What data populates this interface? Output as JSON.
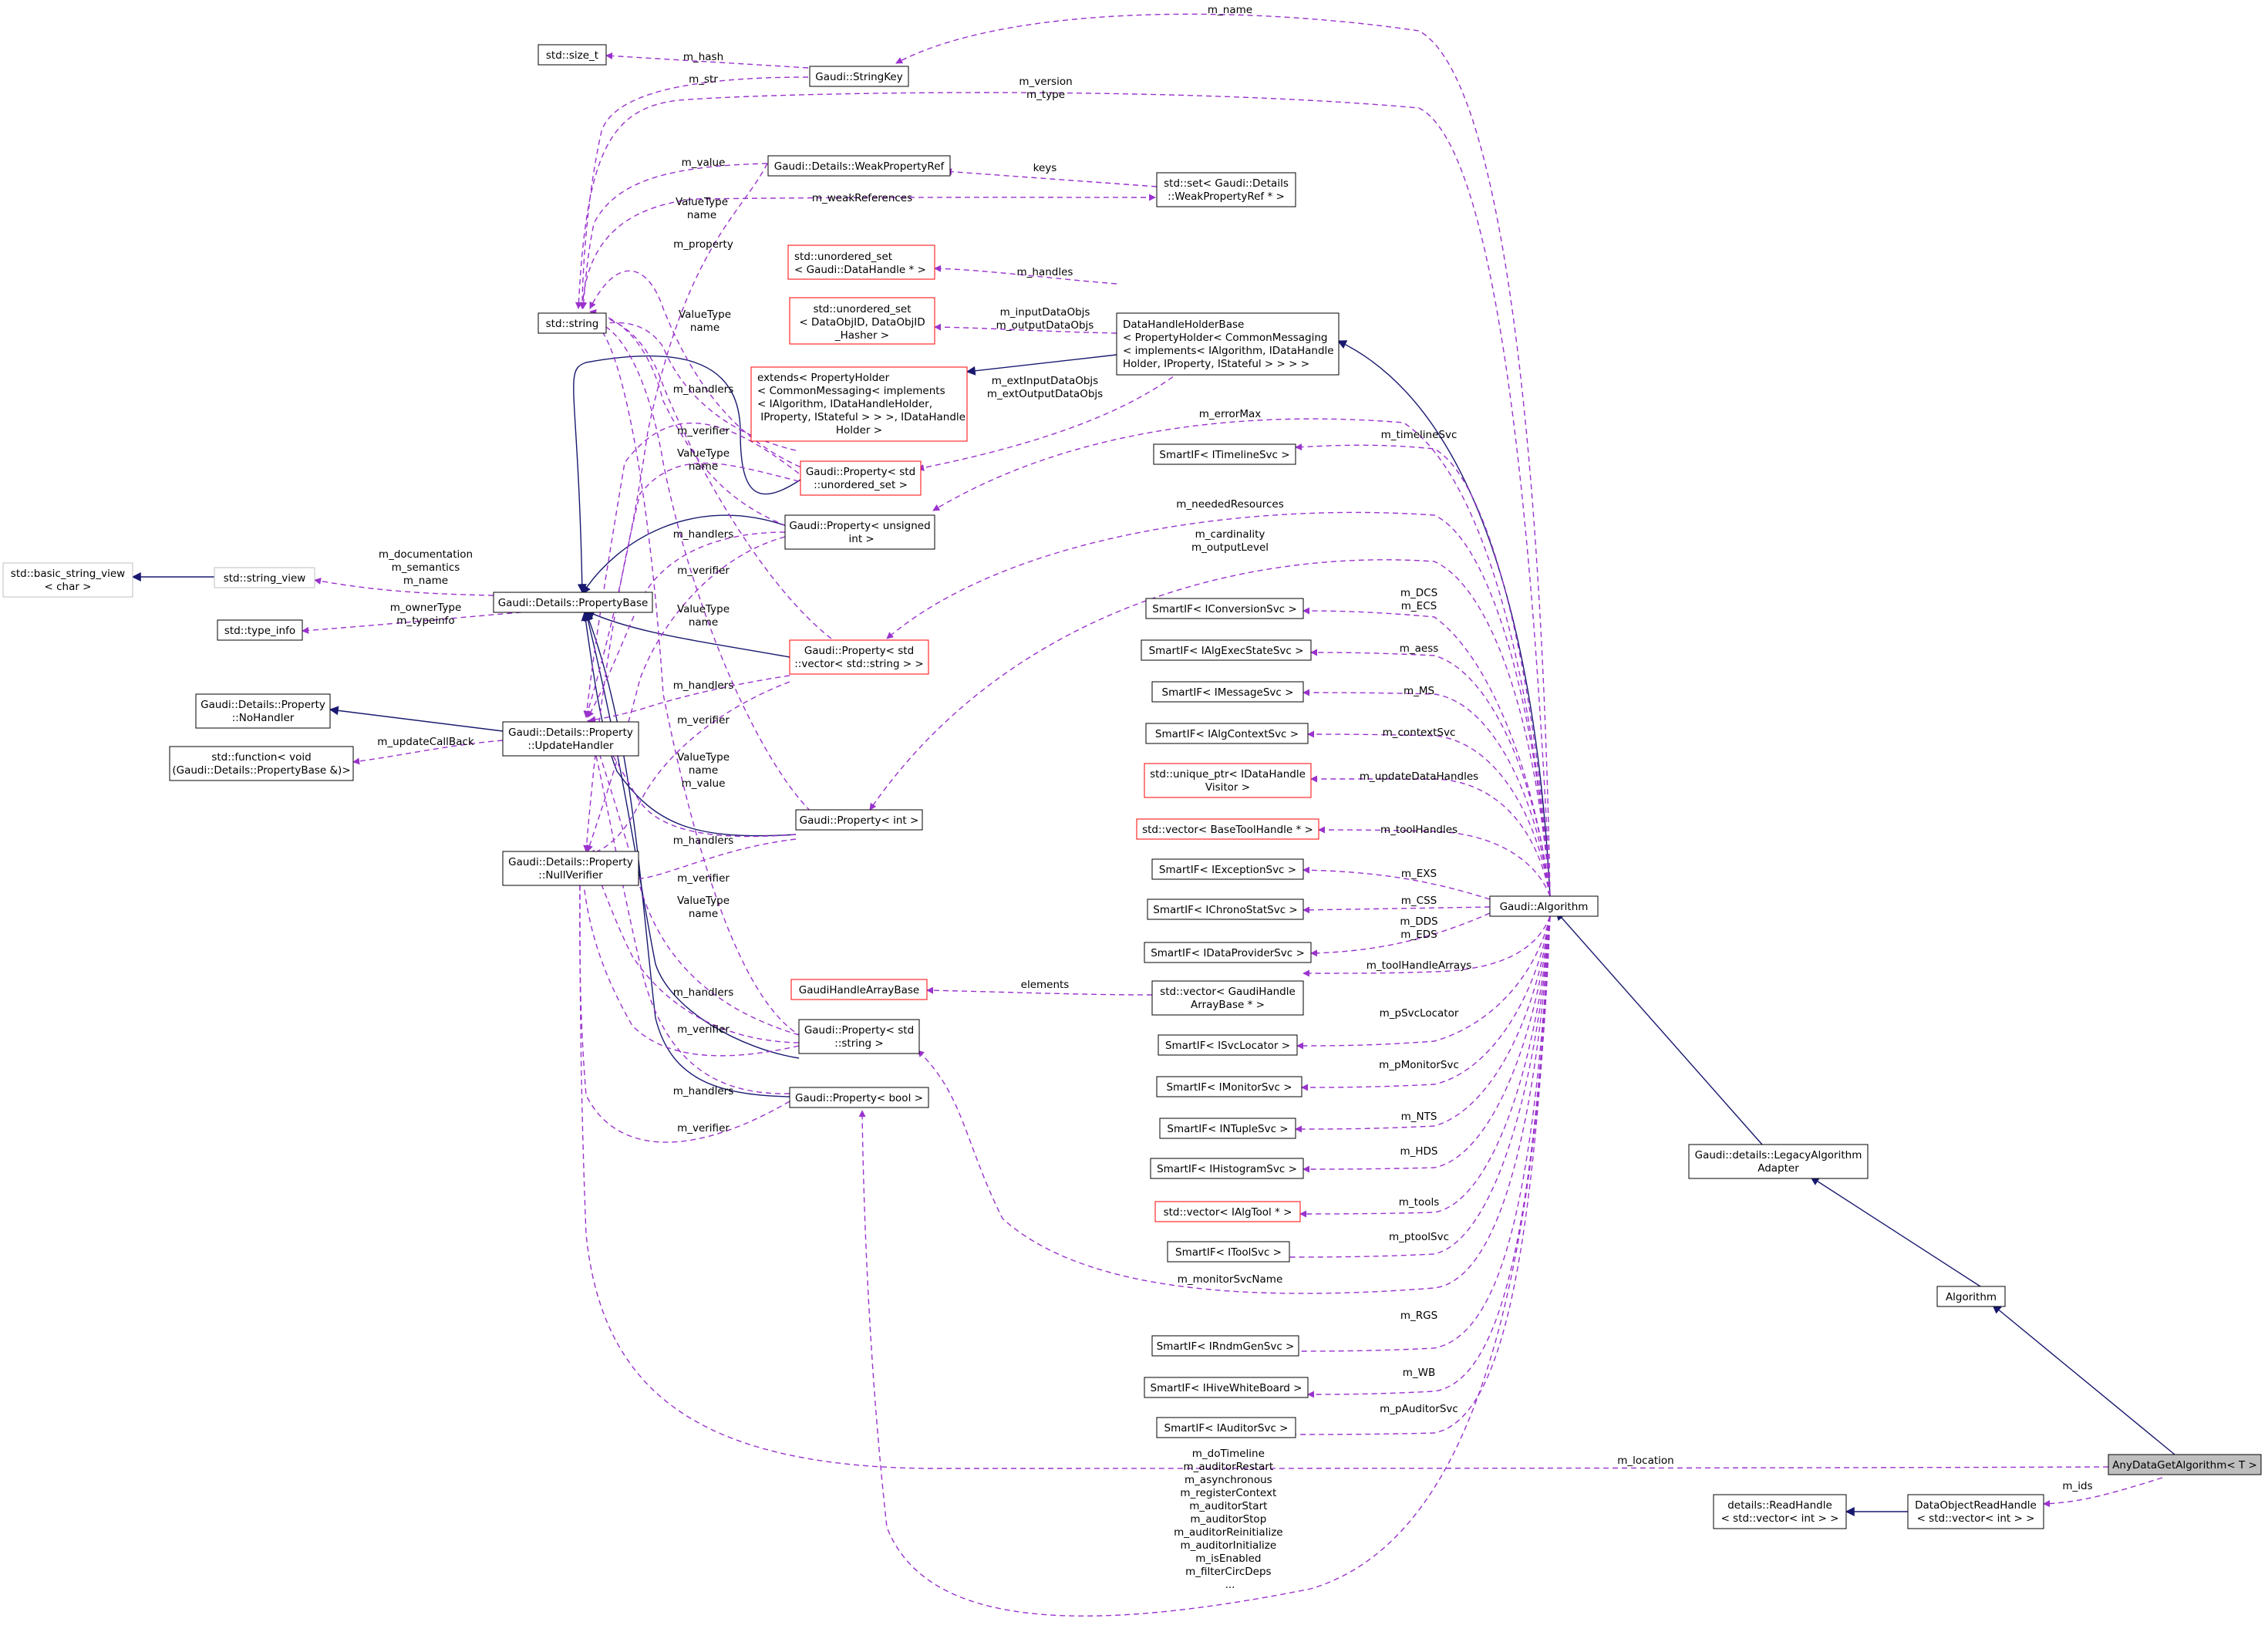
{
  "colors": {
    "inherit_edge": "#191970",
    "usage_edge": "#9a32cd",
    "node_border": "#000000",
    "node_border_incomplete": "#ff0000",
    "node_border_external": "#bfbfbf",
    "highlight_fill": "#bfbfbf"
  },
  "nodes": {
    "size_t": {
      "label": [
        "std::size_t"
      ]
    },
    "stringkey": {
      "label": [
        "Gaudi::StringKey"
      ]
    },
    "weakref": {
      "label": [
        "Gaudi::Details::WeakPropertyRef"
      ]
    },
    "setweak": {
      "label": [
        "std::set< Gaudi::Details",
        "::WeakPropertyRef * >"
      ]
    },
    "unordset_dh": {
      "label": [
        "std::unordered_set",
        "< Gaudi::DataHandle * >"
      ]
    },
    "unordset_objid": {
      "label": [
        "std::unordered_set",
        "< DataObjID, DataObjID",
        "_Hasher >"
      ]
    },
    "dhholder": {
      "label": [
        "DataHandleHolderBase",
        "< PropertyHolder< CommonMessaging",
        "< implements< IAlgorithm, IDataHandle",
        "Holder, IProperty, IStateful > > > >"
      ]
    },
    "extends": {
      "label": [
        "extends< PropertyHolder",
        "< CommonMessaging< implements",
        "< IAlgorithm, IDataHandleHolder,",
        " IProperty, IStateful > > >, IDataHandle",
        "Holder >"
      ]
    },
    "string": {
      "label": [
        "std::string"
      ]
    },
    "prop_unordset": {
      "label": [
        "Gaudi::Property< std",
        "::unordered_set >"
      ]
    },
    "prop_unsigned": {
      "label": [
        "Gaudi::Property< unsigned",
        " int >"
      ]
    },
    "basic_sv": {
      "label": [
        "std::basic_string_view",
        "< char >"
      ]
    },
    "string_view": {
      "label": [
        "std::string_view"
      ]
    },
    "propbase": {
      "label": [
        "Gaudi::Details::PropertyBase"
      ]
    },
    "type_info": {
      "label": [
        "std::type_info"
      ]
    },
    "nohandler": {
      "label": [
        "Gaudi::Details::Property",
        "::NoHandler"
      ]
    },
    "updatehandler": {
      "label": [
        "Gaudi::Details::Property",
        "::UpdateHandler"
      ]
    },
    "function": {
      "label": [
        "std::function< void",
        "(Gaudi::Details::PropertyBase &)>"
      ]
    },
    "prop_vecstr": {
      "label": [
        "Gaudi::Property< std",
        "::vector< std::string > >"
      ]
    },
    "prop_int": {
      "label": [
        "Gaudi::Property< int >"
      ]
    },
    "nullverifier": {
      "label": [
        "Gaudi::Details::Property",
        "::NullVerifier"
      ]
    },
    "handlearray": {
      "label": [
        "GaudiHandleArrayBase"
      ]
    },
    "prop_string": {
      "label": [
        "Gaudi::Property< std",
        "::string >"
      ]
    },
    "prop_bool": {
      "label": [
        "Gaudi::Property< bool >"
      ]
    },
    "timeline": {
      "label": [
        "SmartIF< ITimelineSvc >"
      ]
    },
    "conversion": {
      "label": [
        "SmartIF< IConversionSvc >"
      ]
    },
    "algexec": {
      "label": [
        "SmartIF< IAlgExecStateSvc >"
      ]
    },
    "message": {
      "label": [
        "SmartIF< IMessageSvc >"
      ]
    },
    "algcontext": {
      "label": [
        "SmartIF< IAlgContextSvc >"
      ]
    },
    "uniqueptr": {
      "label": [
        "std::unique_ptr< IDataHandle",
        "Visitor >"
      ]
    },
    "vec_tool": {
      "label": [
        "std::vector< BaseToolHandle * >"
      ]
    },
    "exception": {
      "label": [
        "SmartIF< IExceptionSvc >"
      ]
    },
    "chrono": {
      "label": [
        "SmartIF< IChronoStatSvc >"
      ]
    },
    "dataprovider": {
      "label": [
        "SmartIF< IDataProviderSvc >"
      ]
    },
    "vec_handlearray": {
      "label": [
        "std::vector< GaudiHandle",
        "ArrayBase * >"
      ]
    },
    "svclocator": {
      "label": [
        "SmartIF< ISvcLocator >"
      ]
    },
    "monitor": {
      "label": [
        "SmartIF< IMonitorSvc >"
      ]
    },
    "ntuple": {
      "label": [
        "SmartIF< INTupleSvc >"
      ]
    },
    "histogram": {
      "label": [
        "SmartIF< IHistogramSvc >"
      ]
    },
    "vec_algtool": {
      "label": [
        "std::vector< IAlgTool * >"
      ]
    },
    "toolsvc": {
      "label": [
        "SmartIF< IToolSvc >"
      ]
    },
    "rndm": {
      "label": [
        "SmartIF< IRndmGenSvc >"
      ]
    },
    "hivewb": {
      "label": [
        "SmartIF< IHiveWhiteBoard >"
      ]
    },
    "auditor": {
      "label": [
        "SmartIF< IAuditorSvc >"
      ]
    },
    "algorithm_gaudi": {
      "label": [
        "Gaudi::Algorithm"
      ]
    },
    "legacy": {
      "label": [
        "Gaudi::details::LegacyAlgorithm",
        "Adapter"
      ]
    },
    "algorithm": {
      "label": [
        "Algorithm"
      ]
    },
    "anydata": {
      "label": [
        "AnyDataGetAlgorithm< T >"
      ]
    },
    "readhandle": {
      "label": [
        "details::ReadHandle",
        "< std::vector< int > >"
      ]
    },
    "dataobjreadhandle": {
      "label": [
        "DataObjectReadHandle",
        "< std::vector< int > >"
      ]
    }
  },
  "edge_labels": {
    "m_name_top": [
      "m_name"
    ],
    "m_hash": [
      "m_hash"
    ],
    "m_str": [
      "m_str"
    ],
    "m_version_type": [
      "m_version",
      "m_type"
    ],
    "m_value1": [
      "m_value"
    ],
    "keys": [
      "keys"
    ],
    "m_weakReferences": [
      "m_weakReferences"
    ],
    "valuetype1": [
      "ValueType",
      "name"
    ],
    "m_property": [
      "m_property"
    ],
    "m_handles": [
      "m_handles"
    ],
    "inout": [
      "m_inputDataObjs",
      "m_outputDataObjs"
    ],
    "valuetype2": [
      "ValueType",
      "name"
    ],
    "m_handlers1": [
      "m_handlers"
    ],
    "extinout": [
      "m_extInputDataObjs",
      "m_extOutputDataObjs"
    ],
    "m_errorMax": [
      "m_errorMax"
    ],
    "m_verifier1": [
      "m_verifier"
    ],
    "valuetype3": [
      "ValueType",
      "name"
    ],
    "m_timelineSvc": [
      "m_timelineSvc"
    ],
    "m_neededResources": [
      "m_neededResources"
    ],
    "m_handlers2": [
      "m_handlers"
    ],
    "m_card": [
      "m_cardinality",
      "m_outputLevel"
    ],
    "m_doc": [
      "m_documentation",
      "m_semantics",
      "m_name"
    ],
    "m_verifier2": [
      "m_verifier"
    ],
    "m_ownerType": [
      "m_ownerType",
      "m_typeinfo"
    ],
    "valuetype4": [
      "ValueType",
      "name"
    ],
    "m_dcs": [
      "m_DCS",
      "m_ECS"
    ],
    "m_aess": [
      "m_aess"
    ],
    "m_handlers3": [
      "m_handlers"
    ],
    "m_ms": [
      "m_MS"
    ],
    "m_verifier3": [
      "m_verifier"
    ],
    "m_updateCallBack": [
      "m_updateCallBack"
    ],
    "m_contextSvc": [
      "m_contextSvc"
    ],
    "valuetype5": [
      "ValueType",
      "name",
      "m_value"
    ],
    "m_updateDataHandles": [
      "m_updateDataHandles"
    ],
    "m_handlers4": [
      "m_handlers"
    ],
    "m_toolHandles": [
      "m_toolHandles"
    ],
    "m_verifier4": [
      "m_verifier"
    ],
    "m_exs": [
      "m_EXS"
    ],
    "valuetype6": [
      "ValueType",
      "name"
    ],
    "m_css": [
      "m_CSS"
    ],
    "m_dds": [
      "m_DDS",
      "m_EDS"
    ],
    "m_toolHandleArrays": [
      "m_toolHandleArrays"
    ],
    "elements": [
      "elements"
    ],
    "m_handlers5": [
      "m_handlers"
    ],
    "m_pSvcLocator": [
      "m_pSvcLocator"
    ],
    "m_verifier5": [
      "m_verifier"
    ],
    "m_pMonitorSvc": [
      "m_pMonitorSvc"
    ],
    "m_handlers6": [
      "m_handlers"
    ],
    "m_nts": [
      "m_NTS"
    ],
    "m_verifier6": [
      "m_verifier"
    ],
    "m_hds": [
      "m_HDS"
    ],
    "m_tools": [
      "m_tools"
    ],
    "m_ptoolSvc": [
      "m_ptoolSvc"
    ],
    "m_monitorSvcName": [
      "m_monitorSvcName"
    ],
    "m_rgs": [
      "m_RGS"
    ],
    "m_wb": [
      "m_WB"
    ],
    "m_pAuditorSvc": [
      "m_pAuditorSvc"
    ],
    "m_location": [
      "m_location"
    ],
    "m_ids": [
      "m_ids"
    ],
    "bool_list": [
      "m_doTimeline",
      "m_auditorRestart",
      "m_asynchronous",
      "m_registerContext",
      "m_auditorStart",
      "m_auditorStop",
      "m_auditorReinitialize",
      "m_auditorInitialize",
      "m_isEnabled",
      "m_filterCircDeps",
      "..."
    ]
  }
}
